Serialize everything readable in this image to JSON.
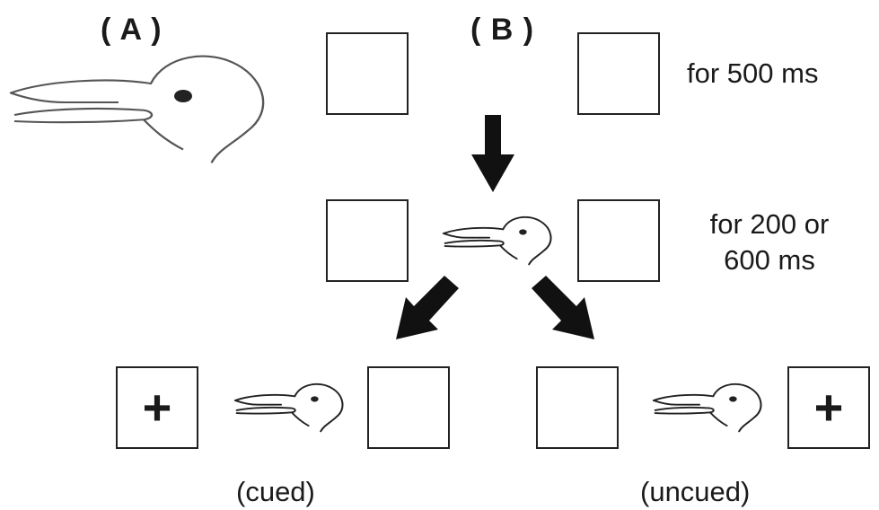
{
  "panels": {
    "a_label": "( A )",
    "b_label": "( B )"
  },
  "timing": {
    "first": "for 500 ms",
    "second_line1": "for 200 or",
    "second_line2": "600 ms"
  },
  "outcomes": {
    "cued": "(cued)",
    "uncued": "(uncued)"
  },
  "cue_symbol": "+",
  "colors": {
    "stroke": "#222222",
    "arrow": "#111111"
  }
}
